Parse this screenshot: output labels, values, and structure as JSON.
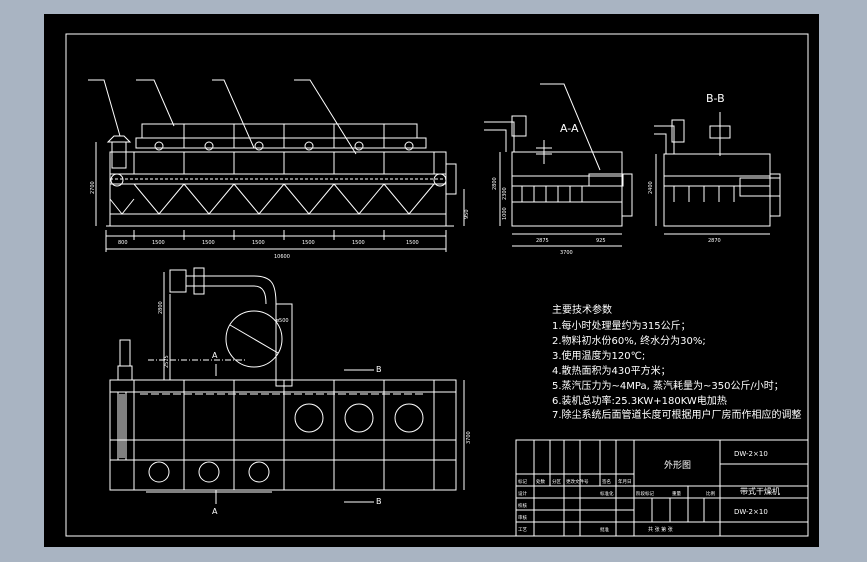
{
  "viewer": {
    "background": "#a9b4c2",
    "canvas": "#000000",
    "line_color": "#ffffff"
  },
  "drawing": {
    "section_aa": "A-A",
    "section_bb": "B-B",
    "side_section_marks": [
      "A",
      "A",
      "B",
      "B"
    ],
    "front_dims": [
      "800",
      "1500",
      "1500",
      "1500",
      "1500",
      "1500",
      "1500"
    ],
    "front_total_dim": "10600",
    "front_height_dim": "2700",
    "front_right_dim": "950",
    "aa_dims": [
      "2875",
      "925"
    ],
    "aa_total": "3700",
    "aa_heights": [
      "2800",
      "2300",
      "1000"
    ],
    "bb_dim": "2870",
    "bb_height": "2400",
    "top_dims": [
      "2800",
      "2575",
      "3700"
    ],
    "pipe_dim": "ø500"
  },
  "specs": {
    "title": "主要技术参数",
    "items": [
      "1.每小时处理量约为315公斤；",
      "2.物料初水份60%, 终水分为30%;",
      "3.使用温度为120℃;",
      "4.散热面积为430平方米；",
      "5.蒸汽压力为~4MPa, 蒸汽耗量为~350公斤/小时；",
      "6.装机总功率:25.3KW+180KW电加热",
      "7.除尘系统后面管道长度可根据用户厂房而作相应的调整"
    ]
  },
  "titleblock": {
    "drawing_name": "外形图",
    "code_top": "DW-2×10",
    "product": "带式干燥机",
    "code_bottom": "DW-2×10",
    "row1": [
      "标记",
      "处数",
      "分区",
      "更改文件号",
      "签名",
      "年月日"
    ],
    "row2": [
      "设计",
      "",
      "",
      "标准化"
    ],
    "row3": [
      "校核"
    ],
    "row4": [
      "审核"
    ],
    "row5": [
      "工艺",
      "",
      "",
      "批准"
    ],
    "stage_labels": [
      "阶段标记",
      "重量",
      "比例"
    ],
    "sheet_label": "共 张 第 张"
  }
}
